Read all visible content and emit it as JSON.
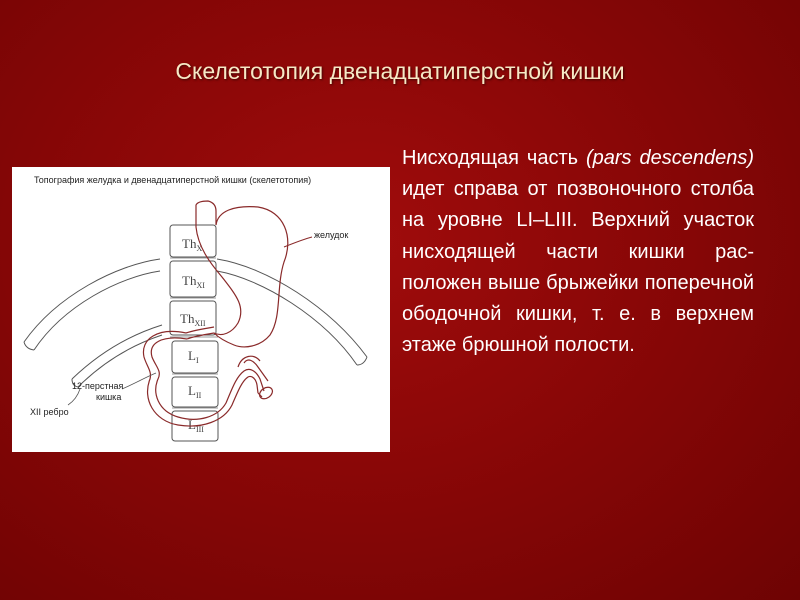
{
  "slide": {
    "title": "Скелетотопия двенадцатиперстной кишки",
    "body_prefix": "Нисходящая часть ",
    "body_italic": "(pars descendens)",
    "body_suffix": " идет справа от позвоночного столба на уровне LI–LIII. Верхний участок нисходящей части кишки рас-положен выше брыжейки поперечной ободочной кишки, т. е. в верхнем этаже брюшной полости."
  },
  "figure": {
    "caption": "Топография желудка и двенадцатиперстной кишки (скелетотопия)",
    "labels": {
      "stomach": "желудок",
      "duodenum_line1": "12-перстная",
      "duodenum_line2": "кишка",
      "rib": "XII ребро"
    },
    "vertebrae": {
      "th10": "Th",
      "th10_sub": "X",
      "th11": "Th",
      "th11_sub": "XI",
      "th12": "Th",
      "th12_sub": "XII",
      "l1": "L",
      "l1_sub": "I",
      "l2": "L",
      "l2_sub": "II",
      "l3": "L",
      "l3_sub": "III"
    },
    "colors": {
      "organ_outline": "#8a2a2a",
      "bone_outline": "#555555"
    }
  }
}
